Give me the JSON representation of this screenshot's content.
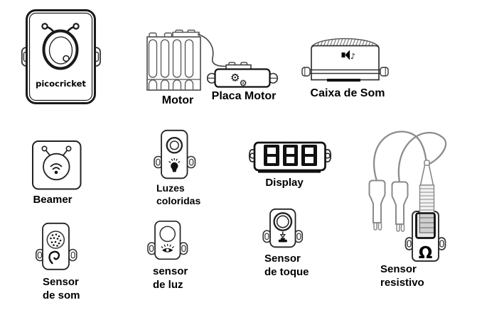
{
  "colors": {
    "ink": "#111111",
    "outline_gray": "#666666",
    "wire_gray": "#8c8c8c"
  },
  "components": {
    "picocricket": {
      "logo_text": "picocricket"
    },
    "motor": {
      "label": "Motor"
    },
    "placa_motor": {
      "label": "Placa Motor",
      "gear_glyph": "⚙"
    },
    "caixa_de_som": {
      "label": "Caixa de Som",
      "note_glyph": "♪"
    },
    "beamer": {
      "label": "Beamer"
    },
    "luzes_coloridas": {
      "label_line1": "Luzes",
      "label_line2": "coloridas"
    },
    "display": {
      "label": "Display",
      "digits": "888"
    },
    "sensor_de_som": {
      "label_line1": "Sensor",
      "label_line2": "de som"
    },
    "sensor_de_luz": {
      "label_line1": "sensor",
      "label_line2": "de luz"
    },
    "sensor_de_toque": {
      "label_line1": "Sensor",
      "label_line2": "de toque"
    },
    "sensor_resistivo": {
      "label_line1": "Sensor",
      "label_line2": "resistivo",
      "omega_glyph": "Ω"
    }
  }
}
